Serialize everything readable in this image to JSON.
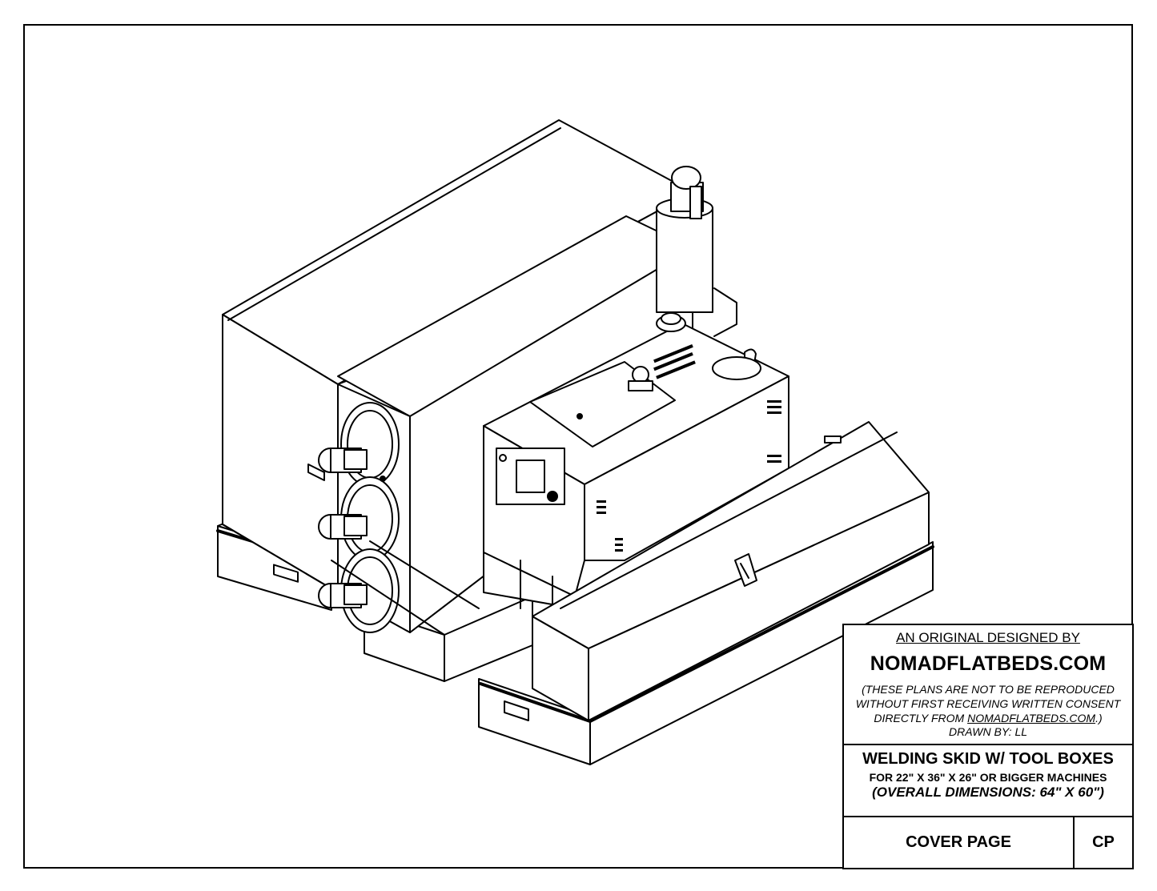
{
  "title_block": {
    "origin_line": "AN ORIGINAL DESIGNED BY",
    "brand": "NOMADFLATBEDS.COM",
    "notice_line1": "(THESE PLANS ARE NOT TO BE REPRODUCED",
    "notice_line2": "WITHOUT FIRST RECEIVING WRITTEN CONSENT",
    "notice_line3_prefix": "DIRECTLY FROM ",
    "notice_line3_link": "NOMADFLATBEDS.COM",
    "notice_line3_suffix": ".)",
    "drawn_by": "DRAWN BY: LL",
    "drawing_title": "WELDING SKID W/ TOOL BOXES",
    "drawing_subtitle": "FOR 22\" X 36\" X 26\" OR BIGGER MACHINES",
    "overall_dimensions": "(OVERALL DIMENSIONS: 64\" X 60\")",
    "page_name": "COVER PAGE",
    "page_code": "CP"
  }
}
